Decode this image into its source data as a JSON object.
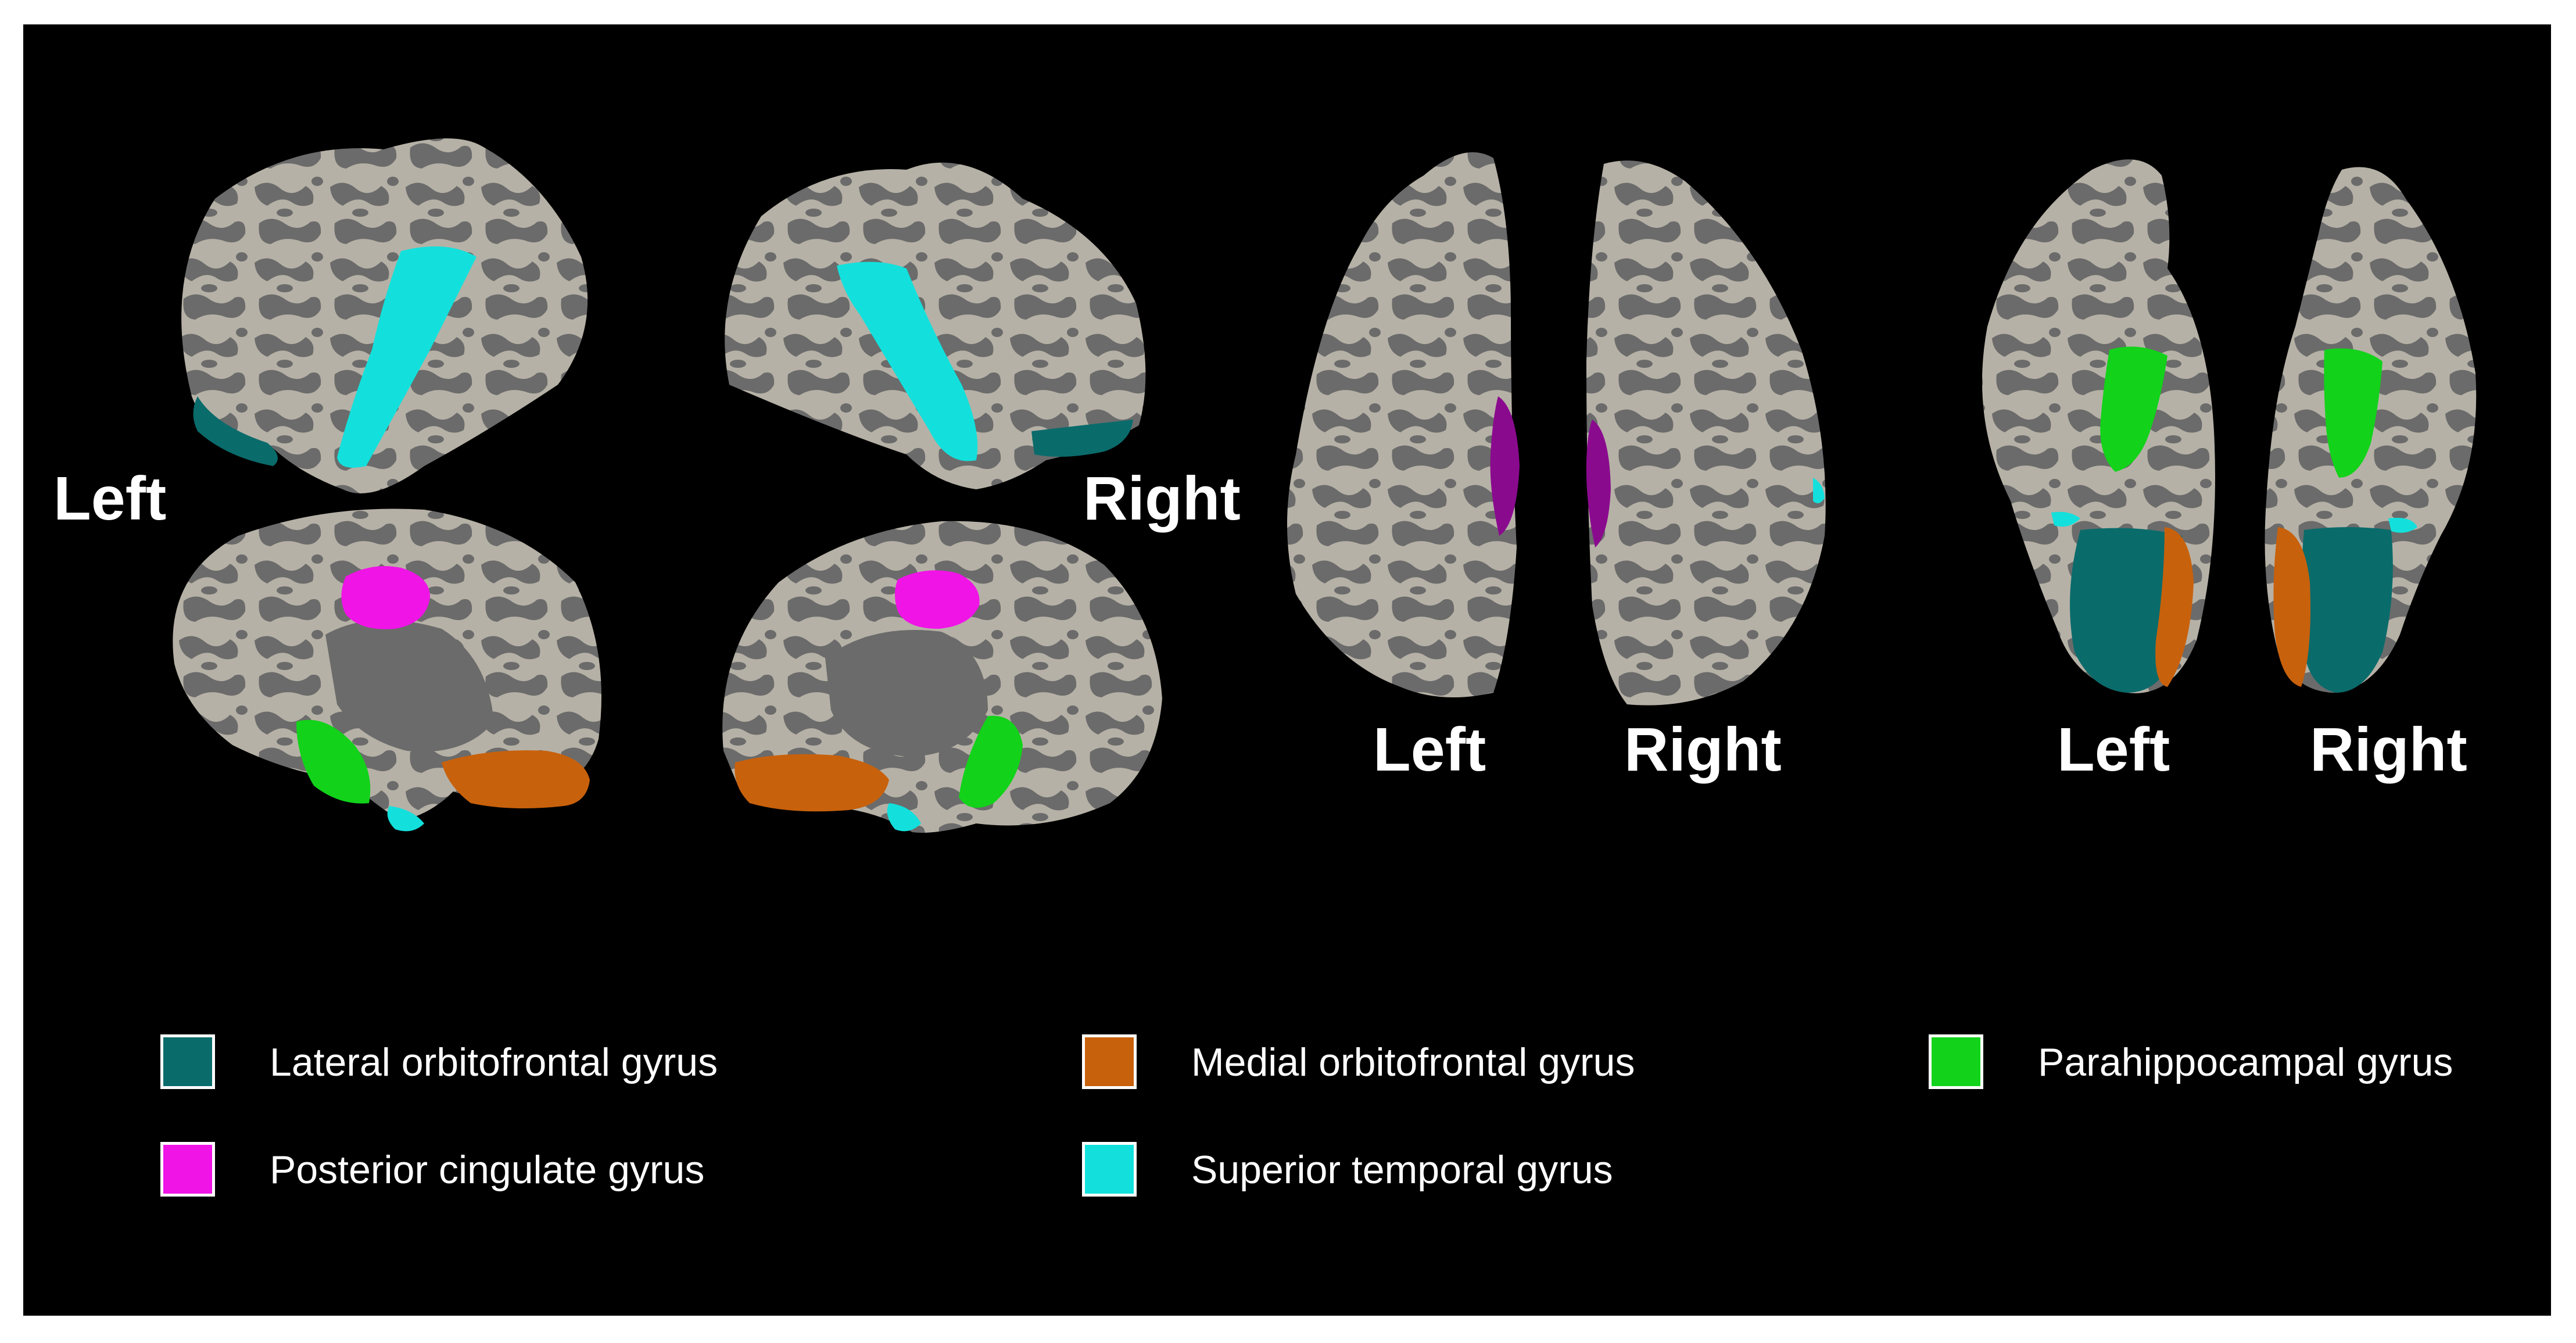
{
  "view_labels": {
    "lateral_medial_left": "Left",
    "lateral_medial_right": "Right",
    "dorsal_left": "Left",
    "dorsal_right": "Right",
    "ventral_left": "Left",
    "ventral_right": "Right"
  },
  "colors": {
    "background": "#000000",
    "cortex_dark": "#6b6b6b",
    "cortex_light": "#b6b1a6",
    "lateral_orbitofrontal": "#0a6b6b",
    "medial_orbitofrontal": "#c8610c",
    "parahippocampal": "#12d21a",
    "posterior_cingulate": "#f014e6",
    "superior_temporal": "#13e0dc",
    "dorsal_marker": "#8a0a8e"
  },
  "legend": [
    {
      "label": "Lateral orbitofrontal gyrus",
      "color": "#0a6b6b"
    },
    {
      "label": "Medial orbitofrontal gyrus",
      "color": "#c8610c"
    },
    {
      "label": "Parahippocampal gyrus",
      "color": "#12d21a"
    },
    {
      "label": "Posterior cingulate gyrus",
      "color": "#f014e6"
    },
    {
      "label": "Superior temporal gyrus",
      "color": "#13e0dc"
    }
  ]
}
